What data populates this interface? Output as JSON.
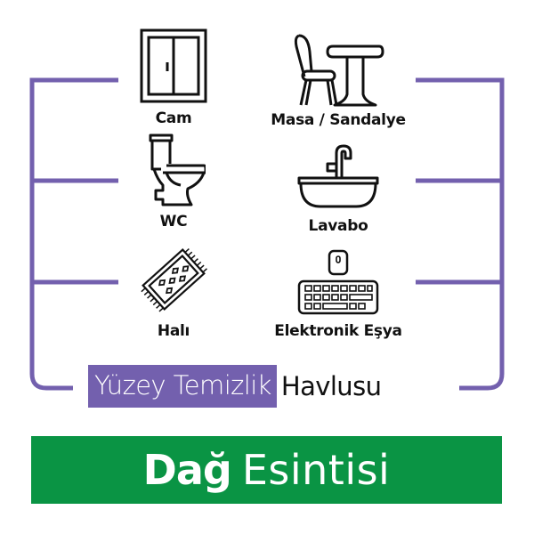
{
  "colors": {
    "accent_purple": "#7360ae",
    "brand_green": "#0a9444",
    "icon_stroke": "#111111",
    "text_dark": "#111111"
  },
  "items": [
    {
      "label": "Cam",
      "icon": "window-icon"
    },
    {
      "label": "Masa / Sandalye",
      "icon": "table-chair-icon"
    },
    {
      "label": "WC",
      "icon": "toilet-icon"
    },
    {
      "label": "Lavabo",
      "icon": "sink-icon"
    },
    {
      "label": "Halı",
      "icon": "rug-icon"
    },
    {
      "label": "Elektronik Eşya",
      "icon": "keyboard-mouse-icon"
    }
  ],
  "subtitle": {
    "highlighted": "Yüzey Temizlik",
    "rest": "Havlusu"
  },
  "banner": {
    "bold": "Dağ",
    "light": "Esintisi"
  }
}
